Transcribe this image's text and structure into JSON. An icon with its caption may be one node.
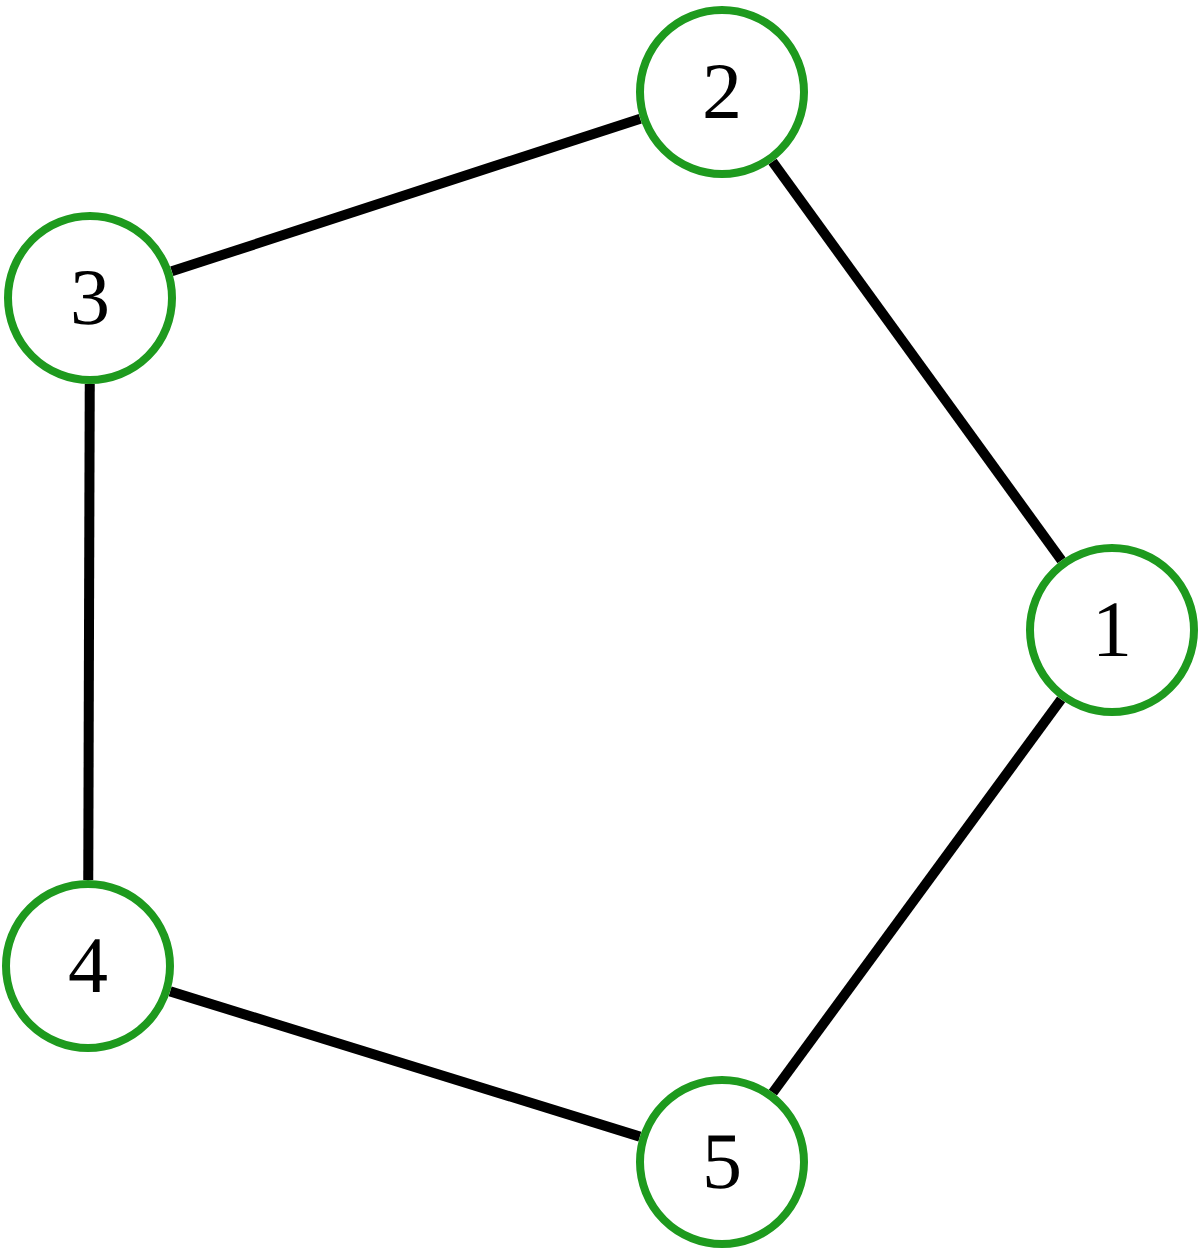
{
  "diagram": {
    "nodes": [
      {
        "text": [
          "2"
        ]
      },
      {
        "text": [
          "3"
        ]
      },
      {
        "text": [
          "1"
        ]
      },
      {
        "text": [
          "4"
        ]
      },
      {
        "text": [
          "5"
        ]
      }
    ],
    "edges": [
      {
        "from": 0,
        "to": 1,
        "arrow": "none"
      },
      {
        "from": 1,
        "to": 3,
        "arrow": "none"
      },
      {
        "from": 3,
        "to": 4,
        "arrow": "none"
      },
      {
        "from": 4,
        "to": 2,
        "arrow": "none"
      },
      {
        "from": 2,
        "to": 0,
        "arrow": "none"
      }
    ]
  }
}
